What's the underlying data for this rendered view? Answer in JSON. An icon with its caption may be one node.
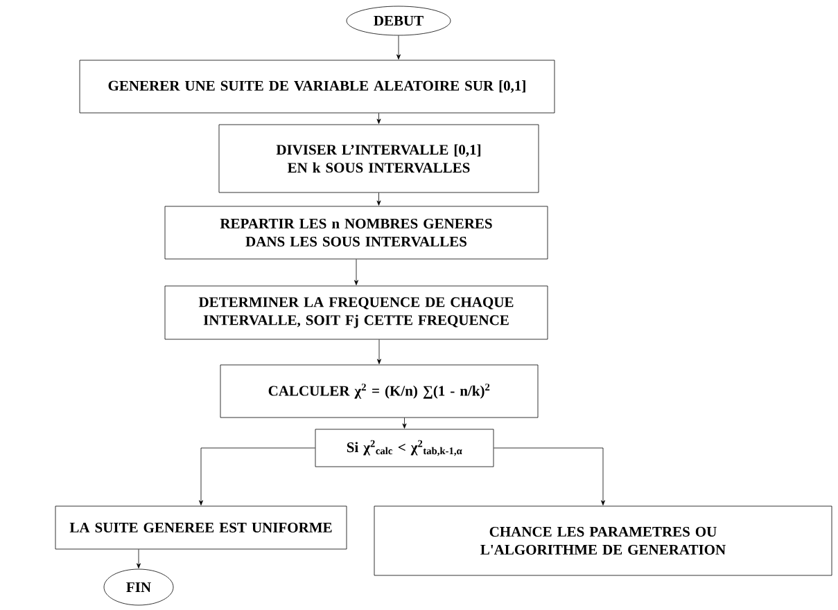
{
  "diagram": {
    "nodes": [
      {
        "text": [
          "DEBUT"
        ]
      },
      {
        "text": [
          "GENERER UNE SUITE DE VARIABLE ALEATOIRE SUR [0,1]"
        ]
      },
      {
        "text": [
          "DIVISER L’INTERVALLE [0,1] EN k SOUS INTERVALLES"
        ]
      },
      {
        "text": [
          "REPARTIR LES n NOMBRES GENERES DANS LES SOUS INTERVALLES"
        ]
      },
      {
        "text": [
          "DETERMINER LA FREQUENCE DE CHAQUE INTERVALLE, SOIT Fj CETTE FREQUENCE"
        ]
      },
      {
        "text": [
          "CALCULER χ$^{2}$ = (K/n) ∑(1 - n/k)$^{2}$"
        ]
      },
      {
        "text": [
          "Si χ$^{2}$$_{calc}$ < χ$^{2}$$_{tab,k-1,α}$"
        ]
      },
      {
        "text": [
          "LA SUITE GENEREE EST UNIFORME"
        ]
      },
      {
        "text": [
          "CHANCE LES PARAMETRES OU L'ALGORITHME DE GENERATION"
        ]
      },
      {
        "text": [
          "FIN"
        ]
      }
    ],
    "edges": [
      {
        "from": 0,
        "to": 1,
        "arrow": "to"
      },
      {
        "from": 1,
        "to": 2,
        "arrow": "to"
      },
      {
        "from": 2,
        "to": 3,
        "arrow": "to"
      },
      {
        "from": 3,
        "to": 4,
        "arrow": "to"
      },
      {
        "from": 4,
        "to": 5,
        "arrow": "to"
      },
      {
        "from": 5,
        "to": 6,
        "arrow": "to"
      },
      {
        "from": 6,
        "to": 7,
        "arrow": "to"
      },
      {
        "from": 6,
        "to": 8,
        "arrow": "to"
      },
      {
        "from": 7,
        "to": 9,
        "arrow": "to"
      }
    ]
  }
}
